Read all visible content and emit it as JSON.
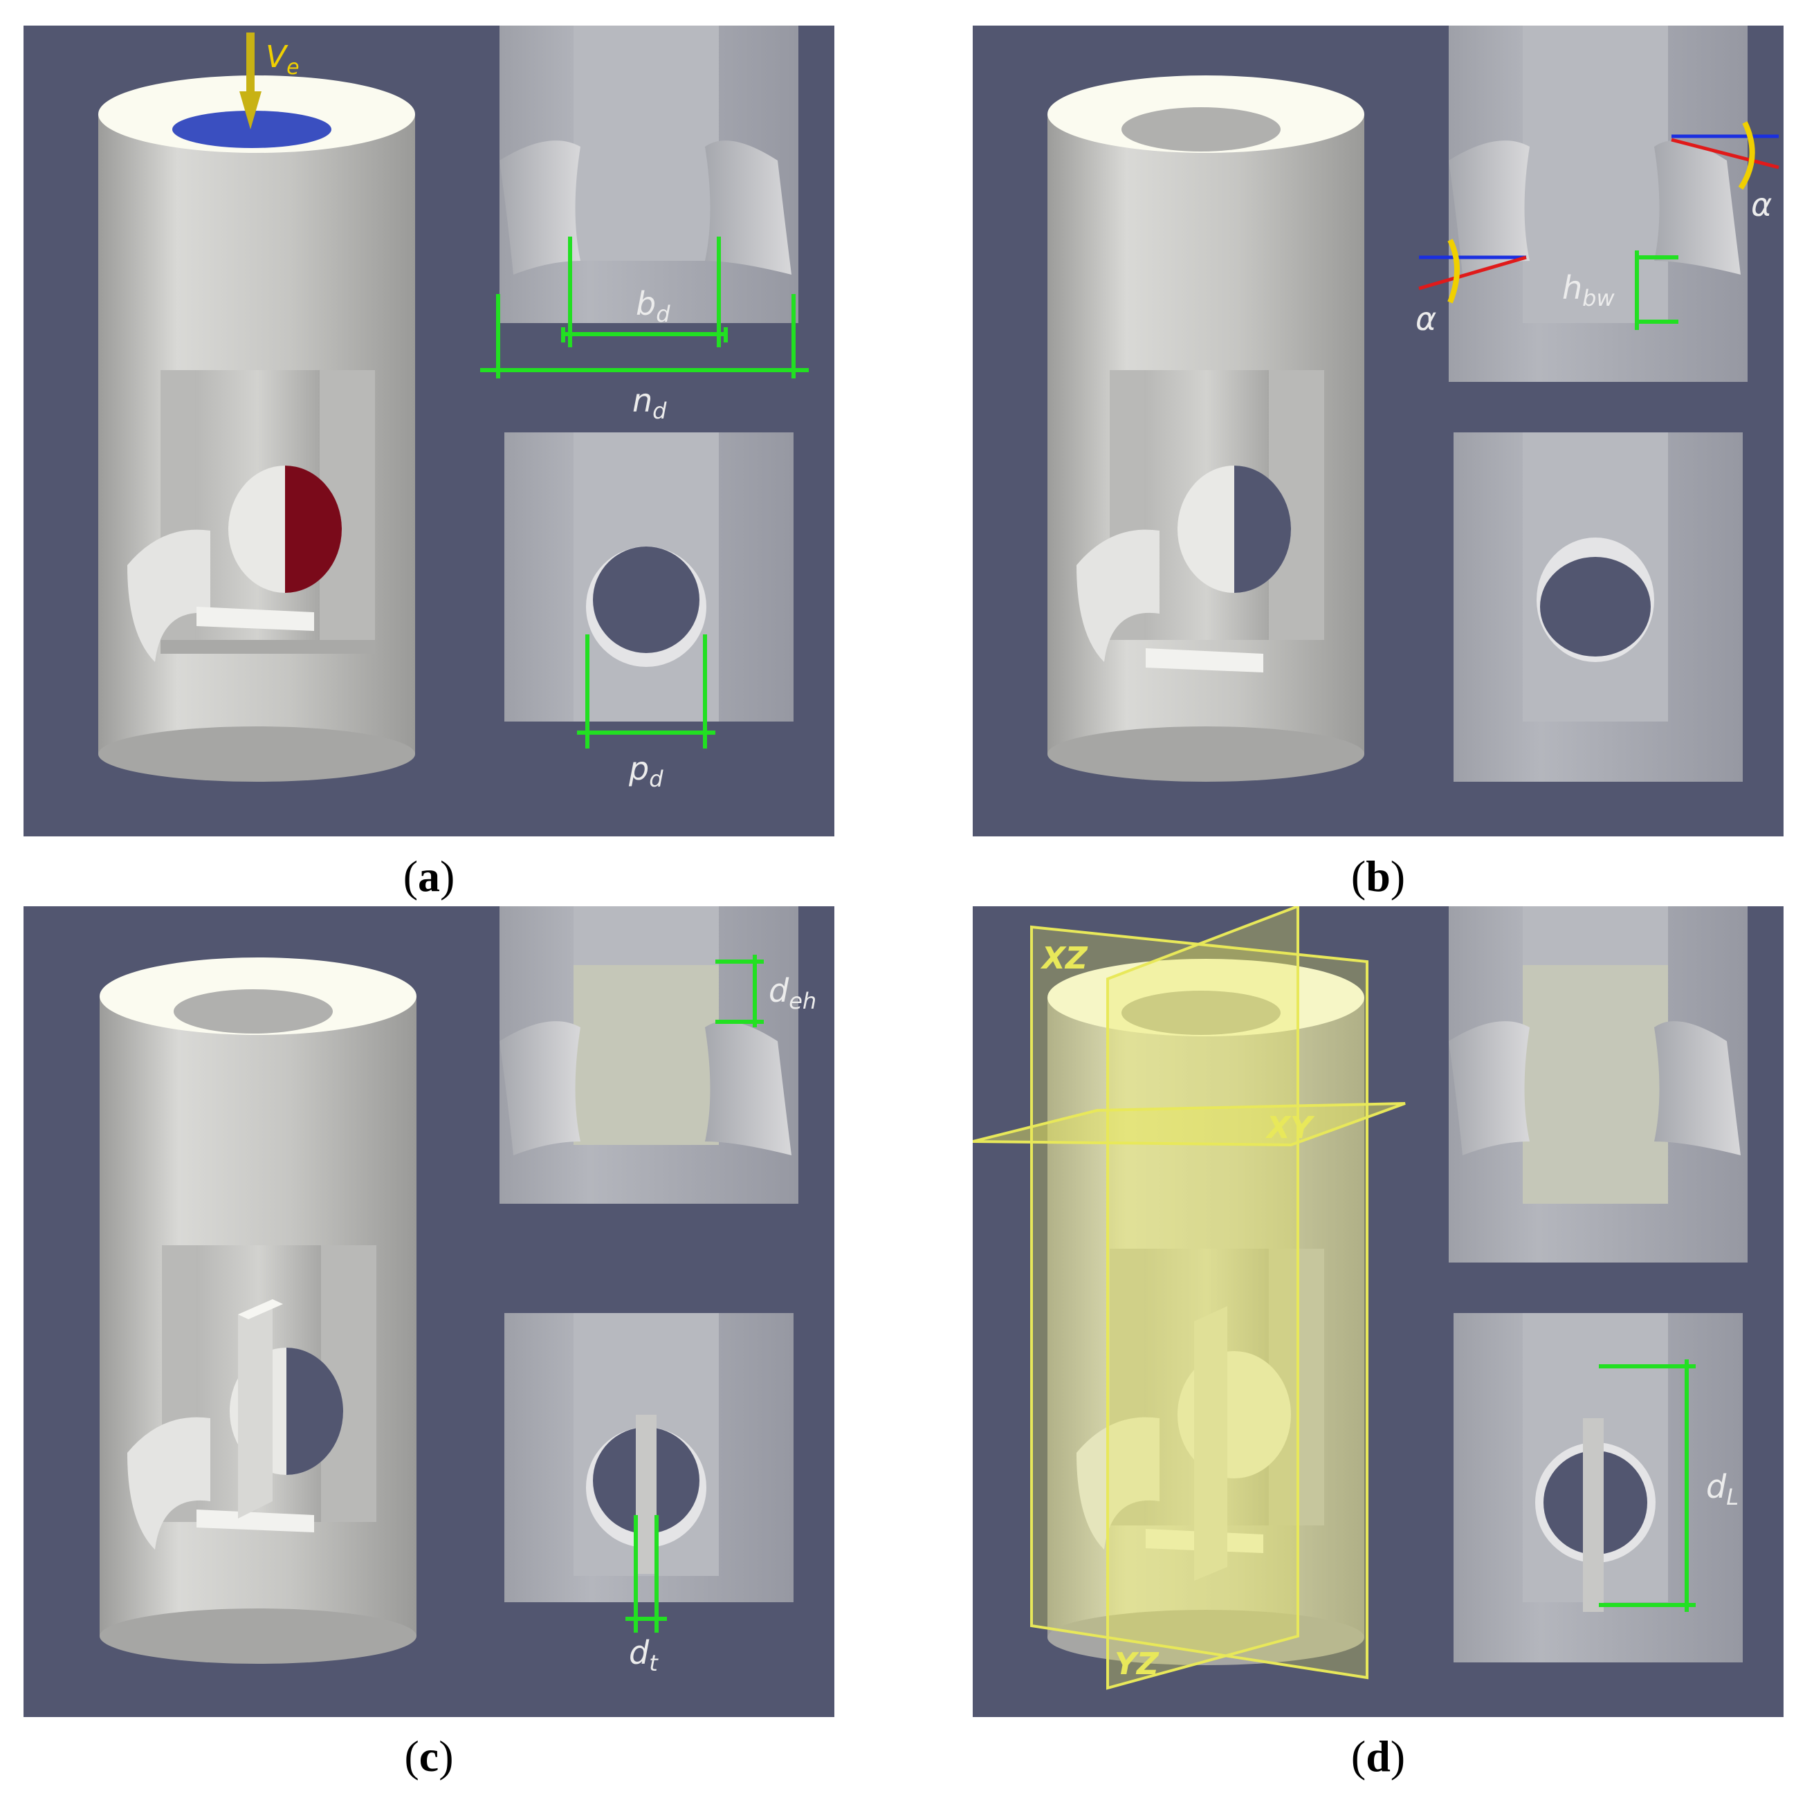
{
  "captions": {
    "a": "a",
    "b": "b",
    "c": "c",
    "d": "d"
  },
  "labels": {
    "velocity": "V",
    "velocity_sub": "e",
    "bd": "b",
    "bd_sub": "d",
    "nd": "n",
    "nd_sub": "d",
    "pd": "p",
    "pd_sub": "d",
    "alpha_left": "α",
    "alpha_right": "α",
    "hbw": "h",
    "hbw_sub": "bw",
    "deh": "d",
    "deh_sub": "eh",
    "dt": "d",
    "dt_sub": "t",
    "dL": "d",
    "dL_sub": "L",
    "plane_xz": "XZ",
    "plane_xy": "XY",
    "plane_yz": "YZ"
  },
  "colors": {
    "background": "#525670",
    "body": "#c8c8c6",
    "top_face": "#fbfbf0",
    "dimension": "#22e022",
    "annotation_text": "#ececec",
    "inlet": "#3a4fc0",
    "outlet": "#7a0a1a",
    "plane": "#e8e85a",
    "arrow": "#c8b214",
    "alpha_ref": "#1a2fe0",
    "alpha_line": "#e01a1a",
    "alpha_arc": "#f0d000"
  }
}
